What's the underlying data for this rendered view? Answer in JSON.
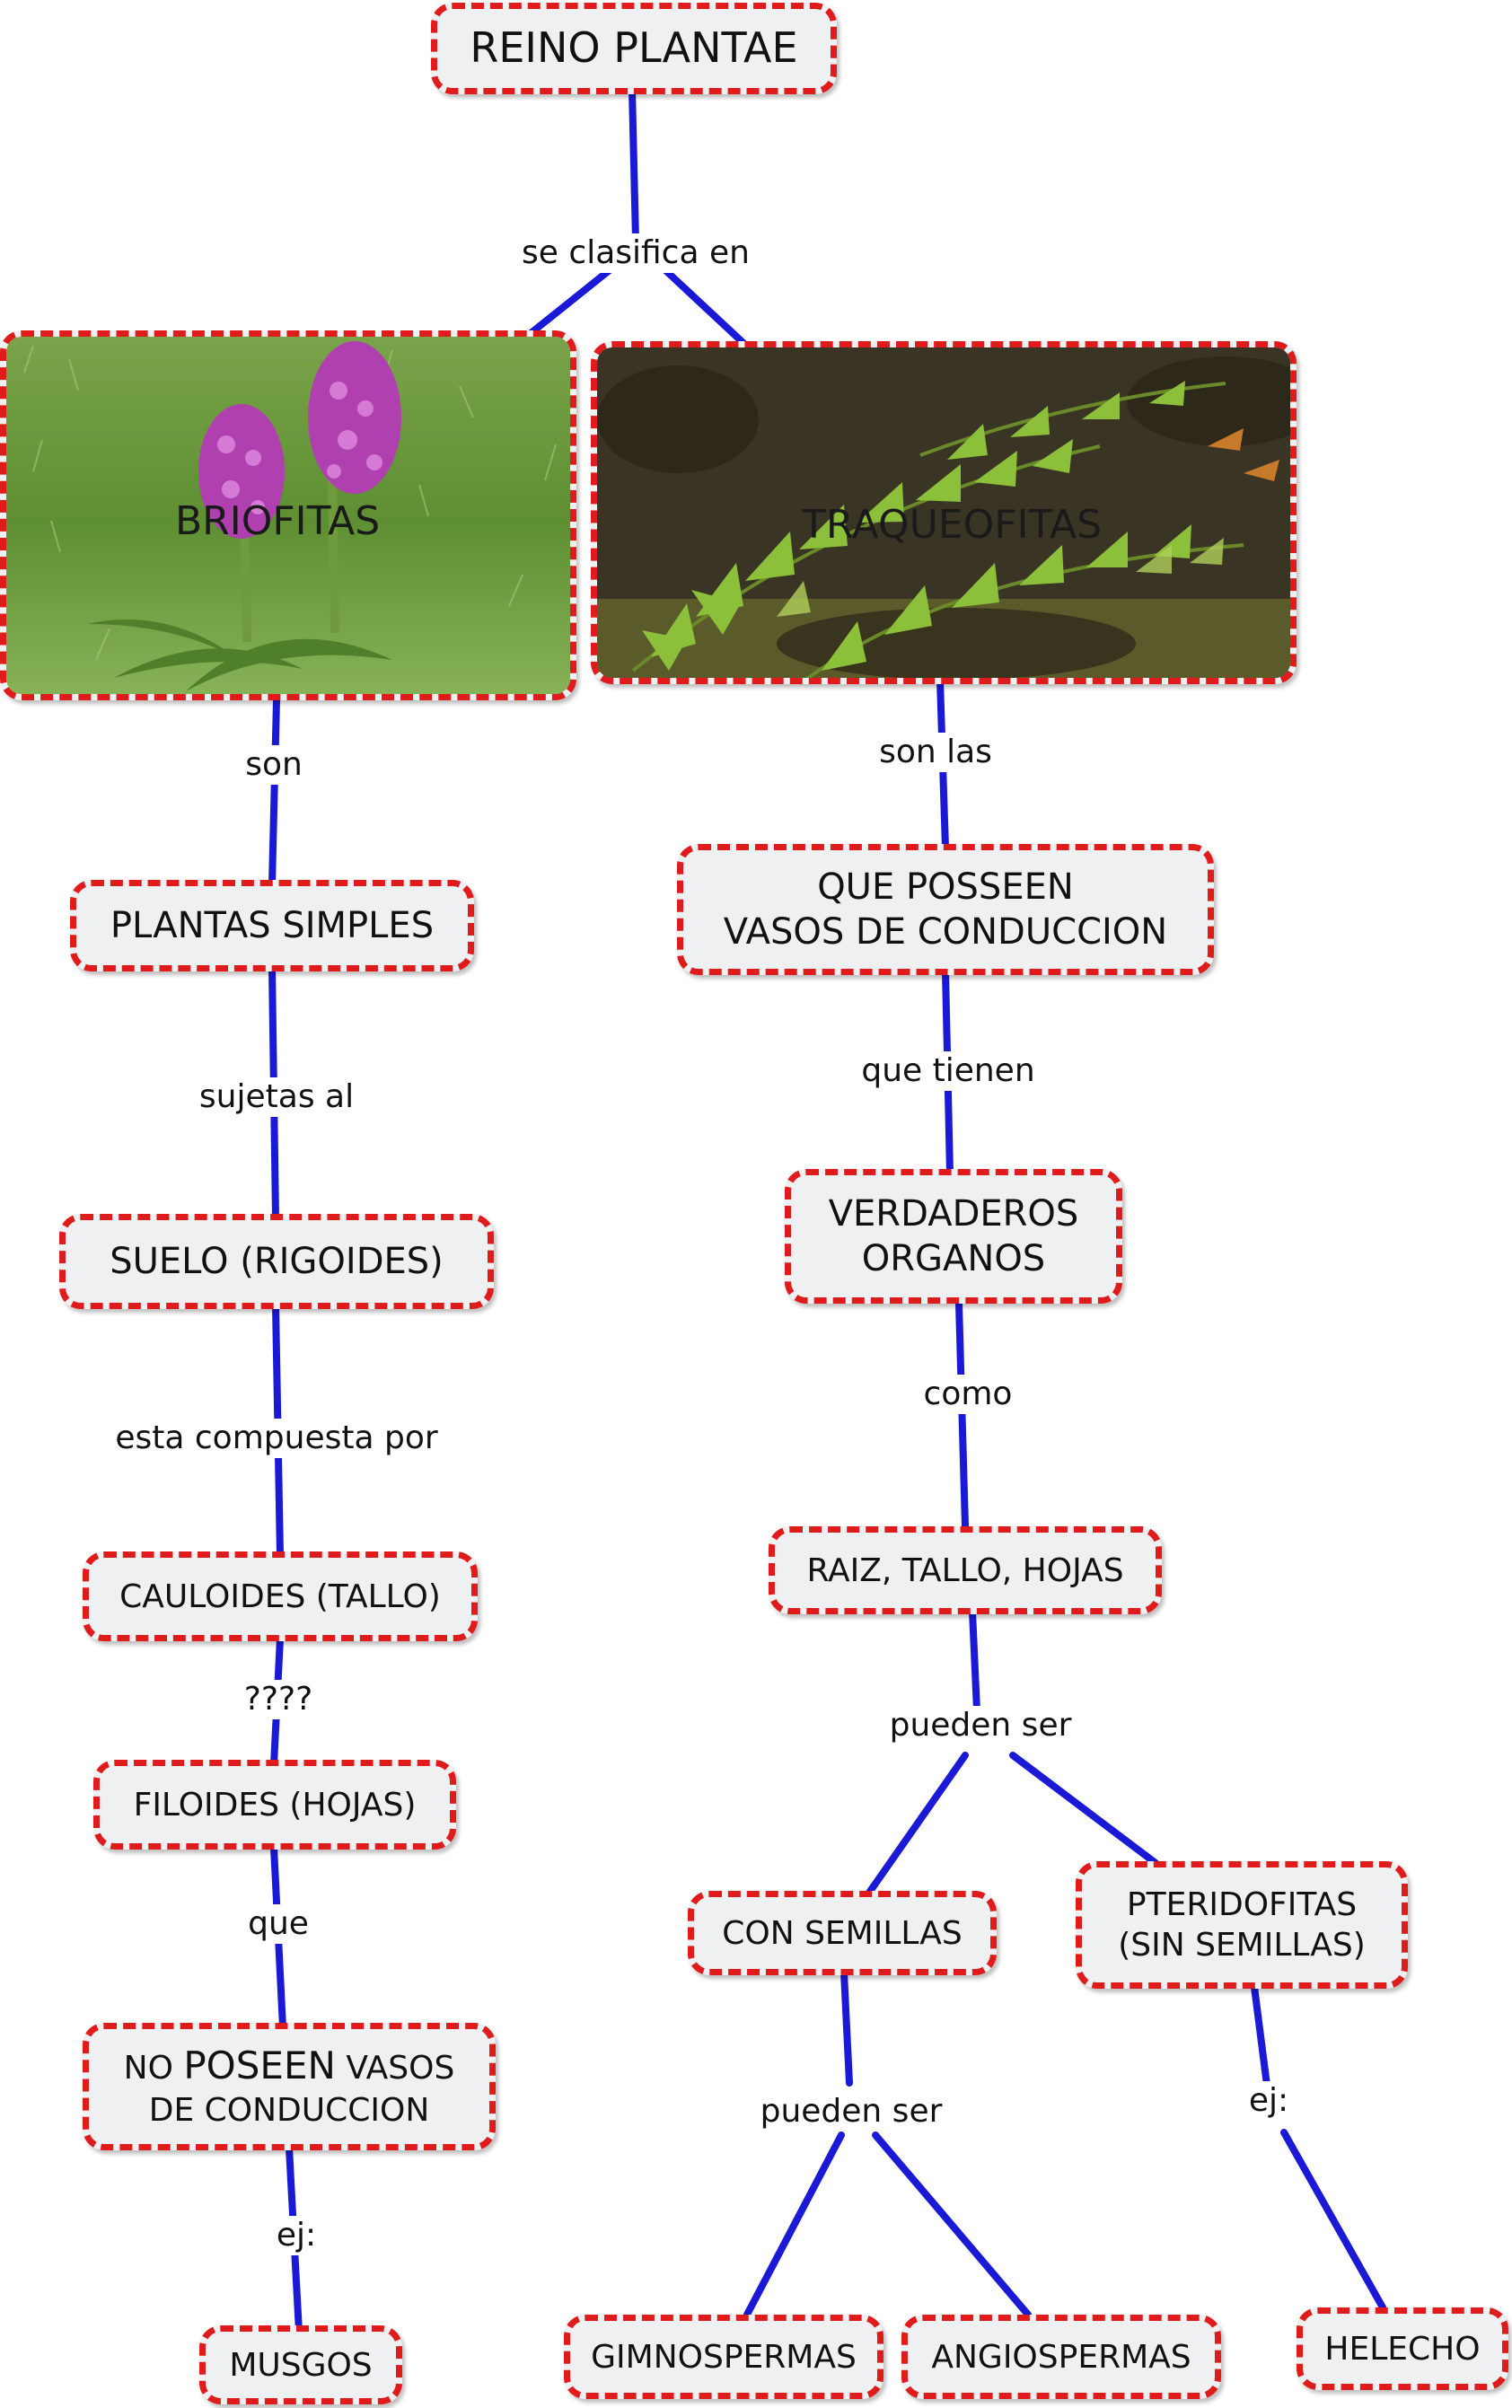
{
  "colors": {
    "link": "#1a1ad6",
    "node_border": "#e01b1b",
    "node_fill": "#eef0f1"
  },
  "nodes": {
    "root": "REINO PLANTAE",
    "briofitas": "BRIOFITAS",
    "traqueofitas": "TRAQUEOFITAS",
    "plantas_simples": "PLANTAS SIMPLES",
    "vasos": "QUE POSSEEN\nVASOS DE CONDUCCION",
    "suelo": "SUELO (RIGOIDES)",
    "verdaderos": "VERDADEROS\nORGANOS",
    "cauloides": "CAULOIDES (TALLO)",
    "raiz": "RAIZ, TALLO, HOJAS",
    "filoides": "FILOIDES (HOJAS)",
    "con_semillas": "CON SEMILLAS",
    "pteridofitas": "PTERIDOFITAS\n(SIN SEMILLAS)",
    "no_poseen_1": "NO",
    "no_poseen_2": "POSEEN",
    "no_poseen_3": "VASOS",
    "no_poseen_4": "DE CONDUCCION",
    "musgos": "MUSGOS",
    "gimnospermas": "GIMNOSPERMAS",
    "angiospermas": "ANGIOSPERMAS",
    "helecho": "HELECHO"
  },
  "links": {
    "se_clasifica": "se clasifica en",
    "son": "son",
    "son_las": "son las",
    "sujetas": "sujetas al",
    "que_tienen": "que tienen",
    "esta_compuesta": "esta compuesta por",
    "como": "como",
    "interrogacion": "????",
    "pueden_ser_1": "pueden ser",
    "que": "que",
    "pueden_ser_2": "pueden ser",
    "ej_1": "ej:",
    "ej_2": "ej:"
  }
}
